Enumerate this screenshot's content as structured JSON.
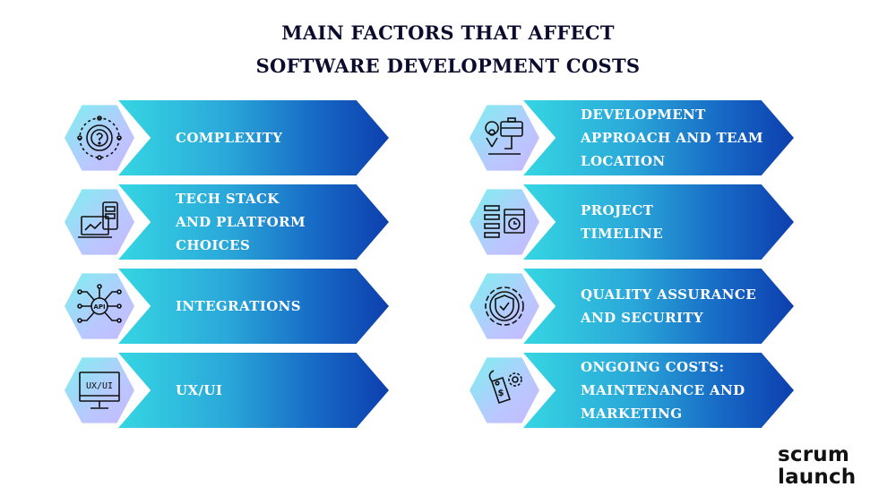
{
  "title": {
    "line1": "MAIN FACTORS THAT AFFECT",
    "line2": "SOFTWARE DEVELOPMENT COSTS"
  },
  "factors": [
    {
      "lines": [
        "COMPLEXITY"
      ],
      "icon": "gear-question-icon"
    },
    {
      "lines": [
        "TECH STACK",
        "AND PLATFORM",
        "CHOICES"
      ],
      "icon": "devices-icon"
    },
    {
      "lines": [
        "INTEGRATIONS"
      ],
      "icon": "api-network-icon"
    },
    {
      "lines": [
        "UX/UI"
      ],
      "icon": "monitor-uxui-icon"
    },
    {
      "lines": [
        "DEVELOPMENT",
        "APPROACH AND TEAM",
        "LOCATION"
      ],
      "icon": "location-briefcase-icon"
    },
    {
      "lines": [
        "PROJECT",
        "TIMELINE"
      ],
      "icon": "calendar-checklist-icon"
    },
    {
      "lines": [
        "QUALITY ASSURANCE",
        "AND SECURITY"
      ],
      "icon": "shield-gear-icon"
    },
    {
      "lines": [
        "ONGOING COSTS:",
        "MAINTENANCE AND",
        "MARKETING"
      ],
      "icon": "price-tag-gear-icon"
    }
  ],
  "logo": {
    "line1": "scrum",
    "line2": "launch"
  },
  "colors": {
    "title": "#0b0b2e",
    "arrow_start": "#36d6e3",
    "arrow_end": "#0d3fae",
    "hex_start": "#7af1ee",
    "hex_end": "#c7b7ff"
  }
}
